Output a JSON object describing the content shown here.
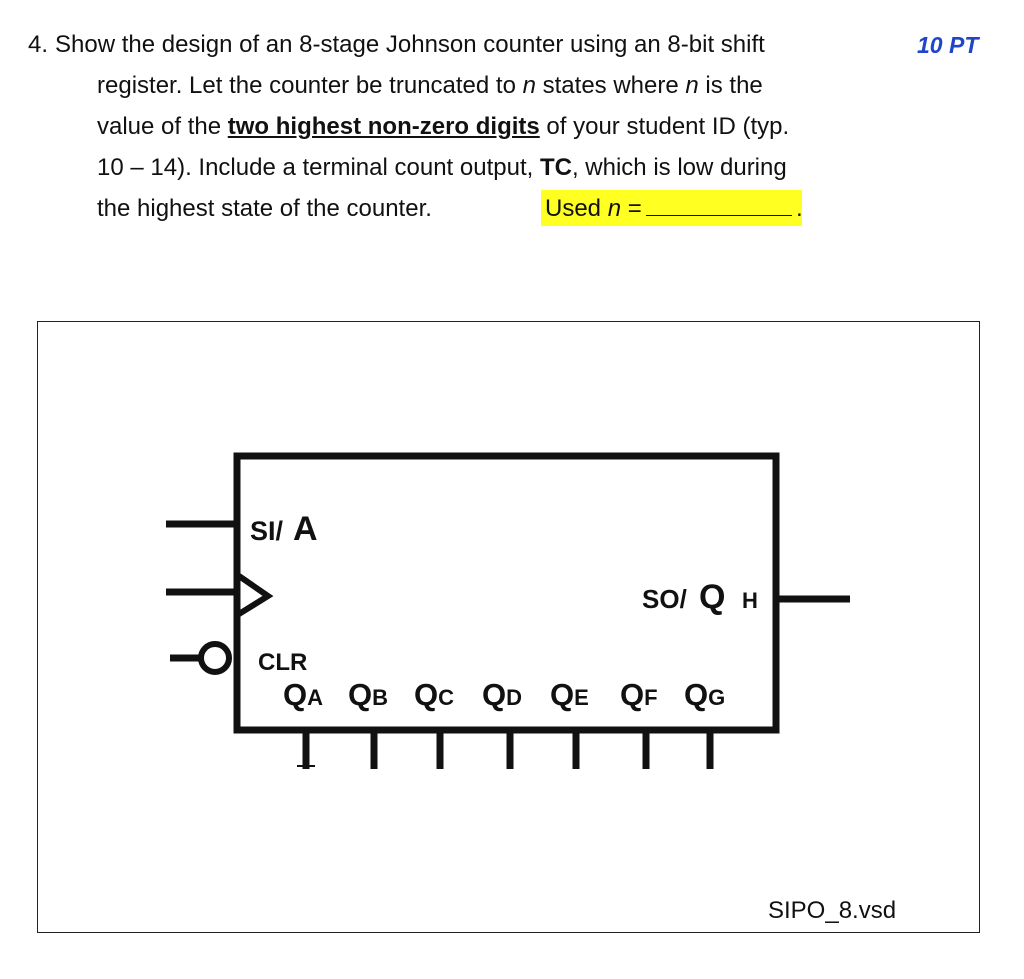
{
  "question": {
    "number": "4.",
    "line1": "Show the design of an 8-stage Johnson counter using an 8-bit shift",
    "line2_a": "register.  Let the counter be truncated to ",
    "line2_n": "n",
    "line2_b": " states where ",
    "line2_n2": "n",
    "line2_c": " is the",
    "line3_a": "value of the ",
    "line3_bold": "two highest non-zero digits",
    "line3_b": " of your student ID (typ.",
    "line4_a": "10 – 14).  Include a terminal count output, ",
    "line4_bold": "TC",
    "line4_b": ", which is low during",
    "line5": "the highest state of the counter.",
    "points": "10 PT",
    "answer_prefix": "Used ",
    "answer_var": "n",
    "answer_eq": " =",
    "answer_period": "."
  },
  "diagram": {
    "filename": "SIPO_8.vsd",
    "pins": {
      "si": "SI/",
      "a": "A",
      "so": "SO/",
      "q": "Q",
      "h": "H",
      "clr": "CLR"
    },
    "outputs": [
      {
        "q": "Q",
        "sub": "A"
      },
      {
        "q": "Q",
        "sub": "B"
      },
      {
        "q": "Q",
        "sub": "C"
      },
      {
        "q": "Q",
        "sub": "D"
      },
      {
        "q": "Q",
        "sub": "E"
      },
      {
        "q": "Q",
        "sub": "F"
      },
      {
        "q": "Q",
        "sub": "G"
      }
    ]
  }
}
